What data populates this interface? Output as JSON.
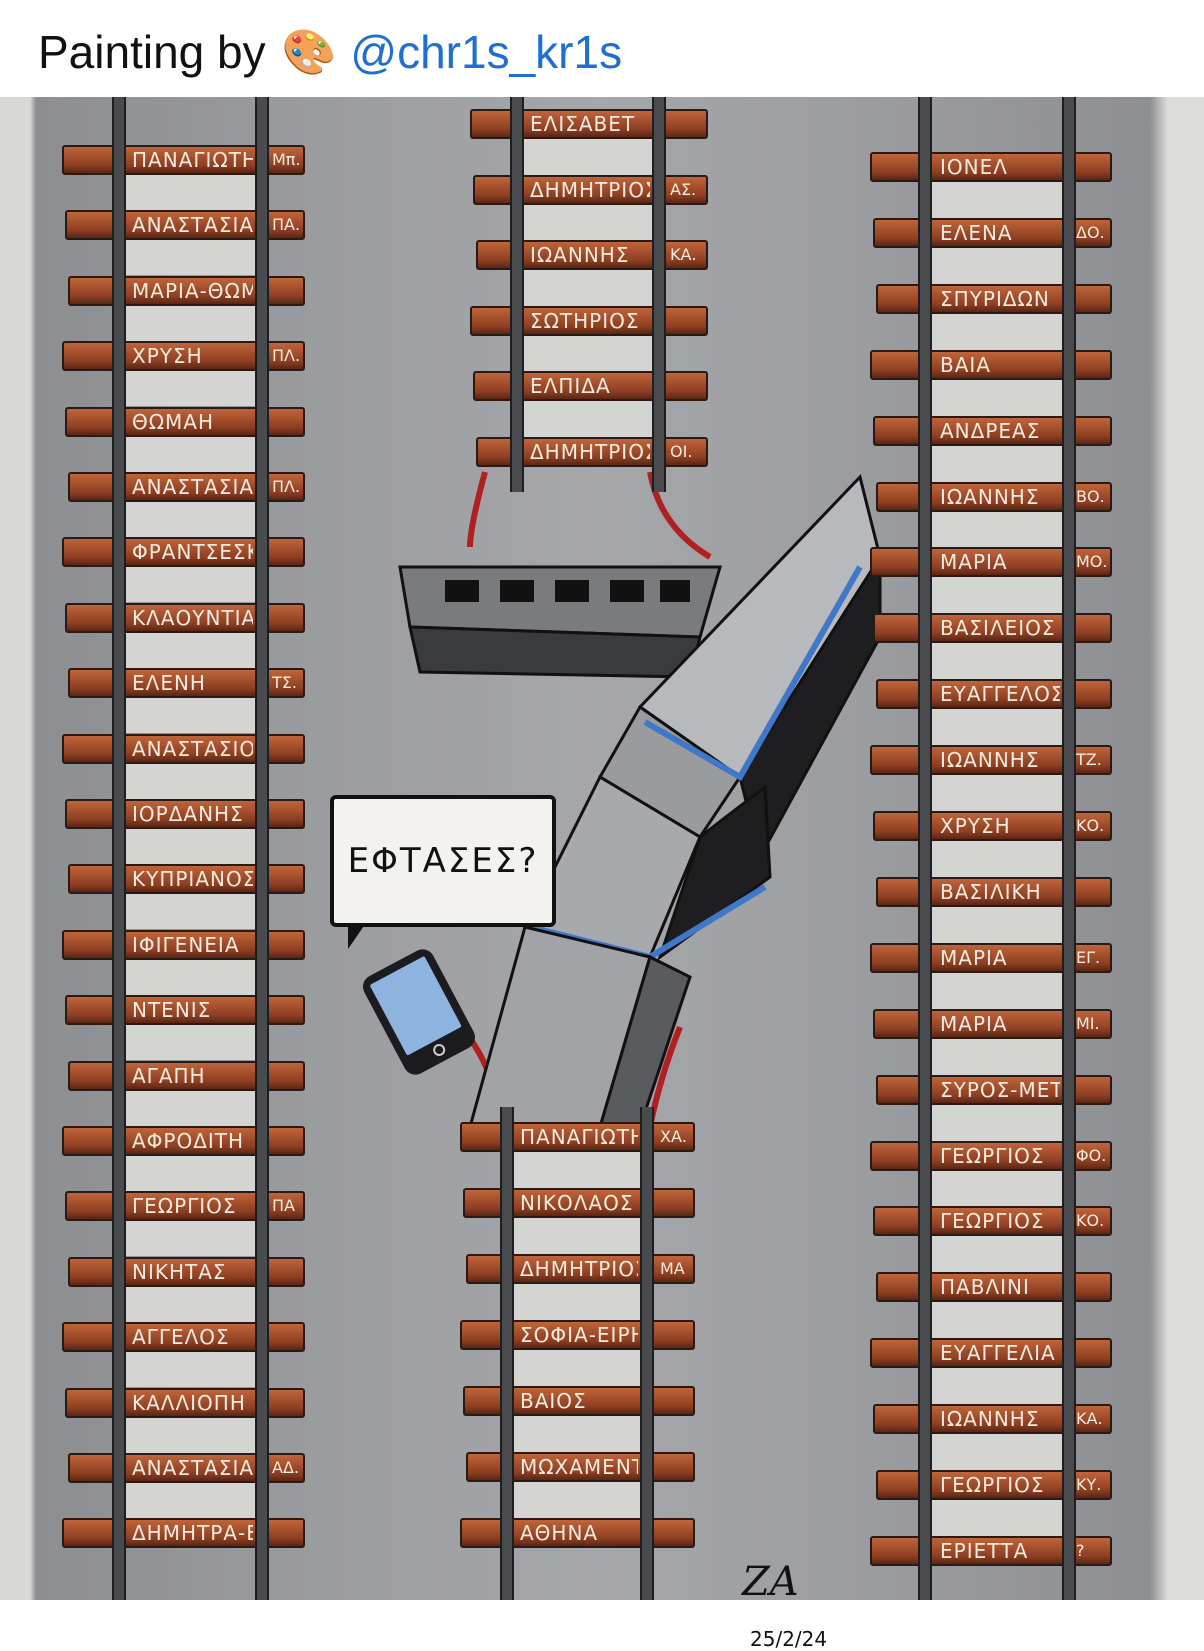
{
  "caption": {
    "text": "Painting by",
    "emoji": "🎨",
    "handle": "@chr1s_kr1s",
    "handle_color": "#1e6fd0"
  },
  "painting": {
    "speech_bubble": "ΕΦΤΑΣΕΣ?",
    "signature": "ΖΑ",
    "date": "25/2/24",
    "left_track": [
      {
        "name": "ΠΑΝΑΓΙΩΤΗΣ",
        "initials": "Μπ."
      },
      {
        "name": "ΑΝΑΣΤΑΣΙΑ",
        "initials": "ΠΑ."
      },
      {
        "name": "ΜΑΡΙΑ-ΘΩΜΑΗ",
        "initials": ""
      },
      {
        "name": "ΧΡΥΣΗ",
        "initials": "ΠΛ."
      },
      {
        "name": "ΘΩΜΑΗ",
        "initials": ""
      },
      {
        "name": "ΑΝΑΣΤΑΣΙΑ",
        "initials": "ΠΛ."
      },
      {
        "name": "ΦΡΑΝΤΣΕΣΚΑ",
        "initials": ""
      },
      {
        "name": "ΚΛΑΟΥΝΤΙΑ",
        "initials": ""
      },
      {
        "name": "ΕΛΕΝΗ",
        "initials": "ΤΣ."
      },
      {
        "name": "ΑΝΑΣΤΑΣΙΟΣ",
        "initials": ""
      },
      {
        "name": "ΙΟΡΔΑΝΗΣ",
        "initials": ""
      },
      {
        "name": "ΚΥΠΡΙΑΝΟΣ",
        "initials": ""
      },
      {
        "name": "ΙΦΙΓΕΝΕΙΑ",
        "initials": ""
      },
      {
        "name": "ΝΤΕΝΙΣ",
        "initials": ""
      },
      {
        "name": "ΑΓΑΠΗ",
        "initials": ""
      },
      {
        "name": "ΑΦΡΟΔΙΤΗ",
        "initials": ""
      },
      {
        "name": "ΓΕΩΡΓΙΟΣ",
        "initials": "ΠΑ"
      },
      {
        "name": "ΝΙΚΗΤΑΣ",
        "initials": ""
      },
      {
        "name": "ΑΓΓΕΛΟΣ",
        "initials": ""
      },
      {
        "name": "ΚΑΛΛΙΟΠΗ",
        "initials": ""
      },
      {
        "name": "ΑΝΑΣΤΑΣΙΑ",
        "initials": "ΑΔ."
      },
      {
        "name": "ΔΗΜΗΤΡΑ-ΕΥ.",
        "initials": ""
      }
    ],
    "top_middle_track": [
      {
        "name": "ΕΛΙΣΑΒΕΤ",
        "initials": ""
      },
      {
        "name": "ΔΗΜΗΤΡΙΟΣ",
        "initials": "ΑΣ."
      },
      {
        "name": "ΙΩΑΝΝΗΣ",
        "initials": "ΚΑ."
      },
      {
        "name": "ΣΩΤΗΡΙΟΣ",
        "initials": ""
      },
      {
        "name": "ΕΛΠΙΔΑ",
        "initials": ""
      },
      {
        "name": "ΔΗΜΗΤΡΙΟΣ",
        "initials": "ΟΙ."
      }
    ],
    "bottom_middle_track": [
      {
        "name": "ΠΑΝΑΓΙΩΤΗΣ",
        "initials": "ΧΑ."
      },
      {
        "name": "ΝΙΚΟΛΑΟΣ",
        "initials": ""
      },
      {
        "name": "ΔΗΜΗΤΡΙΟΣ",
        "initials": "ΜΑ"
      },
      {
        "name": "ΣΟΦΙΑ-ΕΙΡΗΝΗ",
        "initials": ""
      },
      {
        "name": "ΒΑΙΟΣ",
        "initials": ""
      },
      {
        "name": "ΜΩΧΑΜΕΝΤ",
        "initials": ""
      },
      {
        "name": "ΑΘΗΝΑ",
        "initials": ""
      }
    ],
    "right_track": [
      {
        "name": "ΙΟΝΕΛ",
        "initials": ""
      },
      {
        "name": "ΕΛΕΝΑ",
        "initials": "ΔΟ."
      },
      {
        "name": "ΣΠΥΡΙΔΩΝ",
        "initials": ""
      },
      {
        "name": "ΒΑΙΑ",
        "initials": ""
      },
      {
        "name": "ΑΝΔΡΕΑΣ",
        "initials": ""
      },
      {
        "name": "ΙΩΑΝΝΗΣ",
        "initials": "ΒΟ."
      },
      {
        "name": "ΜΑΡΙΑ",
        "initials": "ΜΟ."
      },
      {
        "name": "ΒΑΣΙΛΕΙΟΣ",
        "initials": ""
      },
      {
        "name": "ΕΥΑΓΓΕΛΟΣ",
        "initials": ""
      },
      {
        "name": "ΙΩΑΝΝΗΣ",
        "initials": "ΤΖ."
      },
      {
        "name": "ΧΡΥΣΗ",
        "initials": "ΚΟ."
      },
      {
        "name": "ΒΑΣΙΛΙΚΗ",
        "initials": ""
      },
      {
        "name": "ΜΑΡΙΑ",
        "initials": "ΕΓ."
      },
      {
        "name": "ΜΑΡΙΑ",
        "initials": "ΜΙ."
      },
      {
        "name": "ΣΥΡΟΣ-ΜΕΤ",
        "initials": ""
      },
      {
        "name": "ΓΕΩΡΓΙΟΣ",
        "initials": "ΦΟ."
      },
      {
        "name": "ΓΕΩΡΓΙΟΣ",
        "initials": "ΚΟ."
      },
      {
        "name": "ΠΑΒΛΙΝΙ",
        "initials": ""
      },
      {
        "name": "ΕΥΑΓΓΕΛΙΑ",
        "initials": ""
      },
      {
        "name": "ΙΩΑΝΝΗΣ",
        "initials": "ΚΑ."
      },
      {
        "name": "ΓΕΩΡΓΙΟΣ",
        "initials": "ΚΥ."
      },
      {
        "name": "ΕΡΙΕΤΤΑ",
        "initials": "?"
      }
    ]
  }
}
